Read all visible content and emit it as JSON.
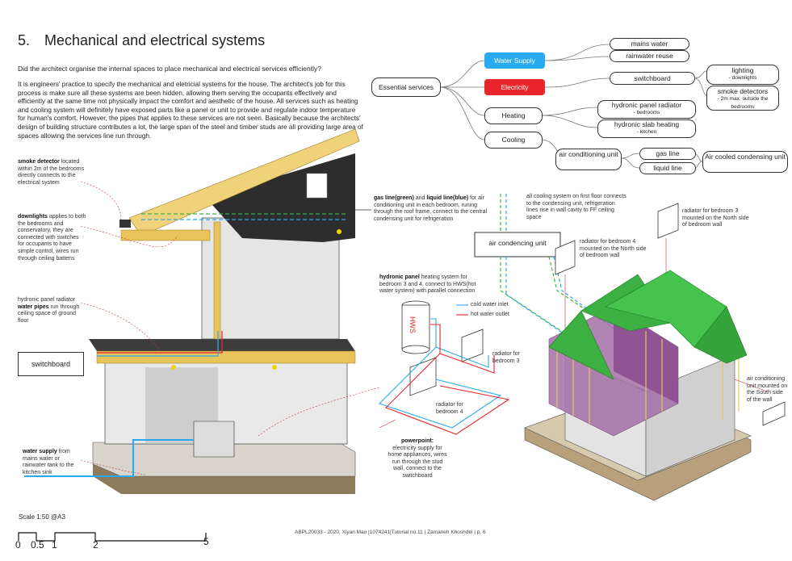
{
  "title": {
    "number": "5.",
    "text": "Mechanical and electrical systems"
  },
  "question": "Did the architect organise the internal spaces to place mechanical and electrical services efficiently?",
  "paragraph": "It is engineers' practice to specify the mechanical and eletricial systems for the house. The architect's job for this process is make sure all these systems are been hidden, allowing them serving the occupants effectively and efficiently at the same time not physically impact the comfort and aesthetic of the house. All services such as heating and cooling system will definitely have exposed parts like a panel or unit to provide and regulate indoor temperature for human's comfort. However, the pipes that applies to these services are not seen. Basically because the architects' design of building structure contributes a lot, the large span of the steel and timber studs are all providing large area of spaces allowing the services line run through.",
  "mindmap": {
    "essential": "Essential services",
    "water_supply": "Water Supply",
    "electricity": "Elecricity",
    "heating": "Heating",
    "cooling": "Cooling",
    "mains_water": "mains water",
    "rainwater_reuse": "rainwater reuse",
    "switchboard": "switchboard",
    "lighting": "lighting",
    "lighting_sub": "- downlights",
    "smoke": "smoke detectors",
    "smoke_sub": "- 2m max. outside the bedrooms",
    "hydronic_panel": "hydronic panel radiator",
    "hydronic_panel_sub": "- bedrooms",
    "hydronic_slab": "hydronic slab heating",
    "hydronic_slab_sub": "- kitchen",
    "air_unit": "air conditioning unit",
    "gas_line": "gas line",
    "liquid_line": "liquid line",
    "air_cooled": "Air cooled condensing unit"
  },
  "colors": {
    "water": "#29a9f0",
    "electricity": "#e8262c",
    "roof_green": "#3cb043",
    "timber": "#e8c35a",
    "frame_purple": "#8a4b8f"
  },
  "notes": {
    "smoke_b": "smoke detector",
    "smoke_t": " located within 2m of the bedrooms directly connects to the electrical system",
    "down_b": "downlights",
    "down_t": " applies to both the bedrooms and conservatory, they are connected with switches for occupants to have simple control, wires run through ceiling battens",
    "hyd_t1": "hydronic panel radiator ",
    "hyd_b": "water pipes",
    "hyd_t2": " run through ceiling space of ground floor",
    "switchboard": "switchboard",
    "water_b": "water supply",
    "water_t": " from mains water or rainwater tank to the kitchen sink",
    "gas_b": "gas line(green)",
    "gas_m": " and ",
    "liq_b": "liquid line(blue)",
    "gas_t": " for air conditioning unit in each bedroom, runing through the roof frame, connect to the central condensing unit for refrigeration",
    "cooling_sys": "all cooling system on first floor connects to the condensing unit, refrigeration lines rise in wall cavity to FF ceiling space",
    "condensing_unit": "air condencing unit",
    "rad3_mounted": "radiator for bedroom 3 mounted on the North side of bedroom wall",
    "rad4_mounted": "radiator for bedroom 4 mounted on the North side of bedroom wall",
    "hpanel_b": "hydronic panel",
    "hpanel_t": " heating system for bedroom 3 and 4, connect to HWS(hot water system) with parallel connection",
    "cold_inlet": "cold water inlet",
    "hot_outlet": "hot water outlet",
    "hws": "HWS",
    "rad3": "radiator for bedroom 3",
    "rad4": "radiator for bedroom 4",
    "power_b": "powerpoint:",
    "power_t": "electricity supply for home appliances, wires run through the stud wall, connect to the switchboard",
    "ac_south": "air conditioning unit mounted on the South side of the wall"
  },
  "scale": {
    "label": "Scale 1:50 @A3",
    "ticks": [
      "0",
      "0.5",
      "1",
      "2",
      "5"
    ]
  },
  "footer": "ABPL20033 - 2020, Xiyan Mao |1074241|Tutorial no.11 | Zamaneh Khoshdel | p. 6"
}
